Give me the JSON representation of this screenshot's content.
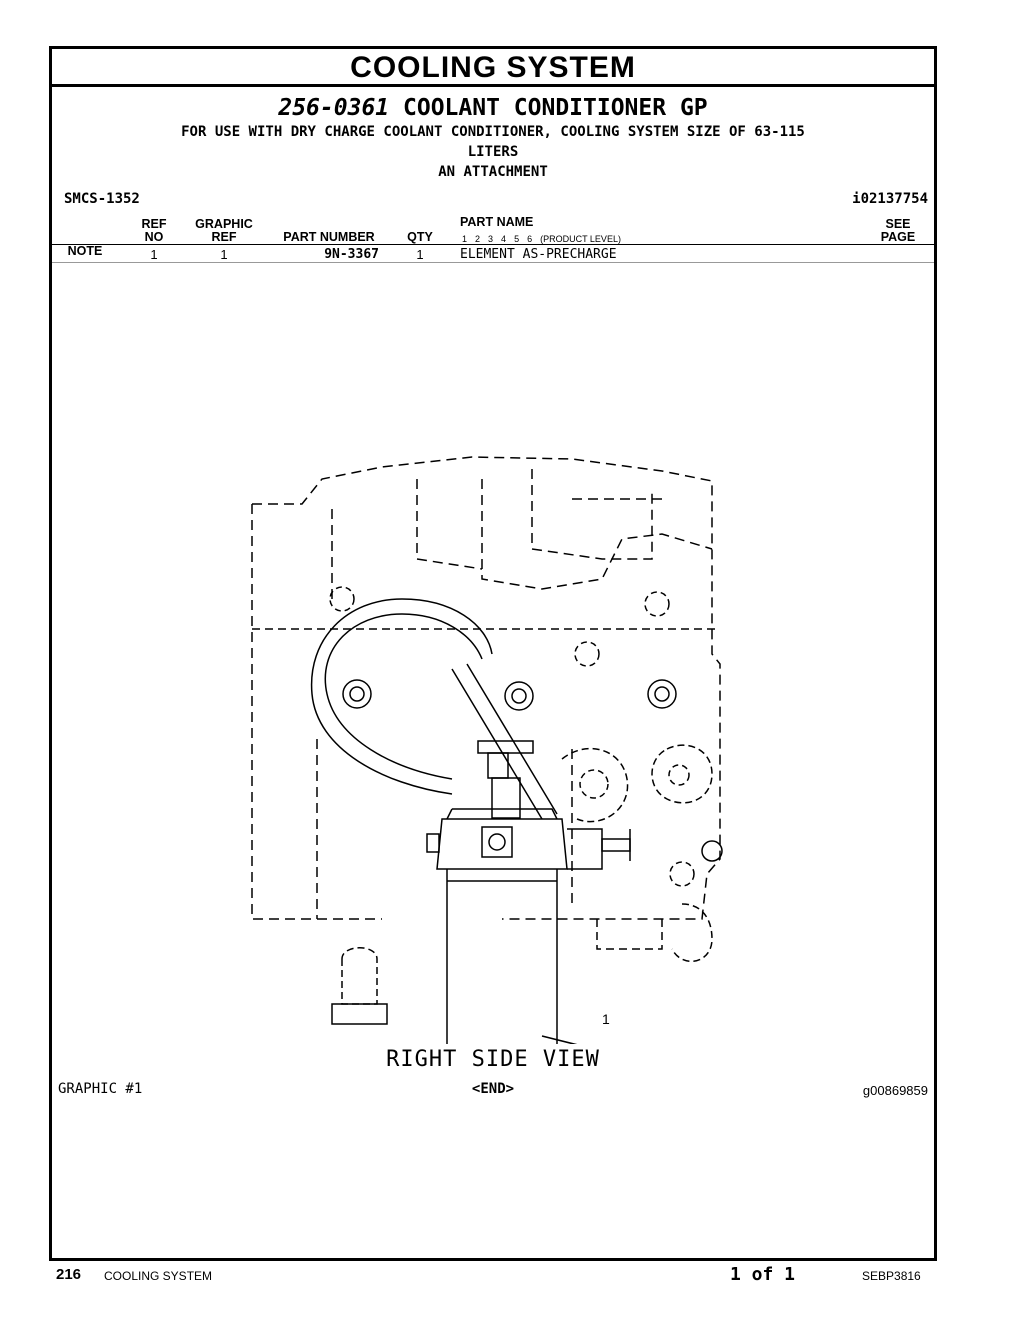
{
  "section_title": "COOLING SYSTEM",
  "group": {
    "number": "256-0361",
    "name": "COOLANT CONDITIONER GP",
    "description_lines": [
      "FOR USE WITH DRY CHARGE COOLANT CONDITIONER, COOLING SYSTEM SIZE OF 63-115",
      "LITERS",
      "AN ATTACHMENT"
    ]
  },
  "smcs": "SMCS-1352",
  "info_id": "i02137754",
  "table": {
    "headers": {
      "note": "NOTE",
      "ref_top": "REF",
      "ref_bottom": "NO",
      "graphic_top": "GRAPHIC",
      "graphic_bottom": "REF",
      "part_number": "PART NUMBER",
      "qty": "QTY",
      "part_name": "PART NAME",
      "product_levels": [
        "1",
        "2",
        "3",
        "4",
        "5",
        "6"
      ],
      "product_level_label": "(PRODUCT LEVEL)",
      "see_top": "SEE",
      "see_bottom": "PAGE"
    },
    "rows": [
      {
        "note": "",
        "ref_no": "1",
        "graphic_ref": "1",
        "part_number": "9N-3367",
        "qty": "1",
        "part_name": "ELEMENT AS-PRECHARGE",
        "see_page": ""
      }
    ]
  },
  "graphic": {
    "callout": "1",
    "view_label": "RIGHT SIDE VIEW",
    "label": "GRAPHIC #1",
    "end_marker": "<END>",
    "graphic_id": "g00869859"
  },
  "footer": {
    "page_number": "216",
    "section": "COOLING SYSTEM",
    "page_of": "1 of 1",
    "doc_id": "SEBP3816"
  }
}
